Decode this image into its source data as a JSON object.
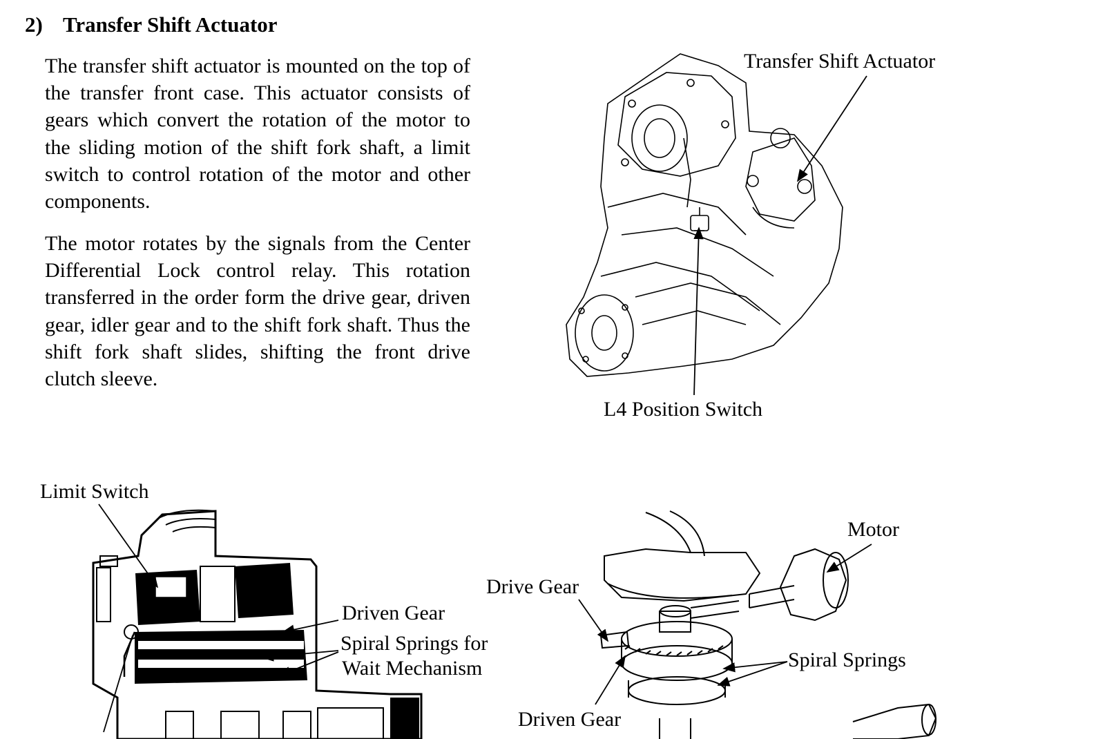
{
  "section": {
    "number": "2)",
    "title": "Transfer Shift Actuator"
  },
  "paragraphs": [
    "The transfer shift actuator is mounted on the top of the transfer front case. This actuator consists of gears which convert the rotation of the motor to the sliding motion of the shift fork shaft, a limit switch to control rotation of the motor and other components.",
    "The motor rotates by the signals from the Center Differential Lock control relay. This rotation transferred in the order form the drive gear, driven gear, idler gear and to the shift fork shaft. Thus the shift fork shaft slides, shifting the front drive clutch sleeve."
  ],
  "figure_top": {
    "labels": {
      "actuator": "Transfer Shift Actuator",
      "l4_switch": "L4 Position Switch"
    }
  },
  "figure_bottom_left": {
    "labels": {
      "limit_switch": "Limit Switch",
      "driven_gear": "Driven Gear",
      "spiral_springs_wait_line1": "Spiral Springs for",
      "spiral_springs_wait_line2": "Wait Mechanism"
    }
  },
  "figure_bottom_right": {
    "labels": {
      "motor": "Motor",
      "drive_gear": "Drive Gear",
      "spiral_springs": "Spiral Springs",
      "driven_gear": "Driven Gear"
    }
  }
}
